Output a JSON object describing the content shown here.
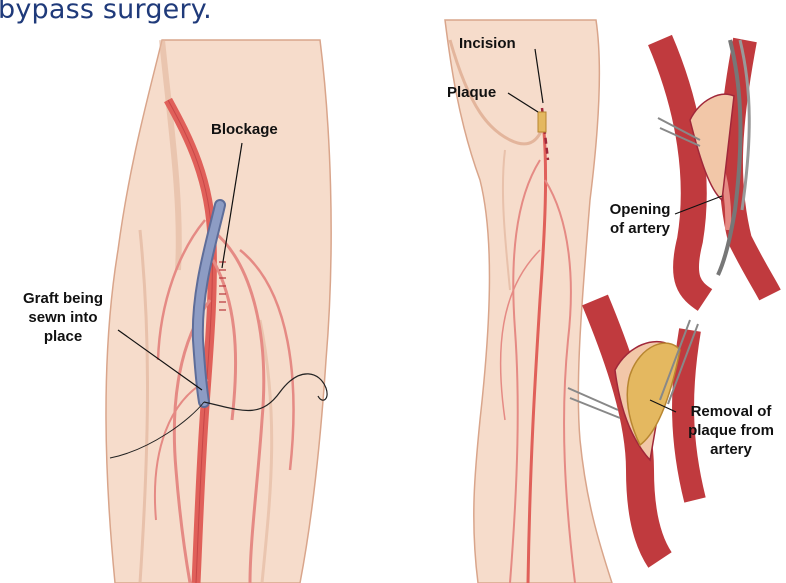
{
  "title": "bypass surgery.",
  "labels": {
    "blockage": "Blockage",
    "graft_line1": "Graft being",
    "graft_line2": "sewn into",
    "graft_line3": "place",
    "incision": "Incision",
    "plaque": "Plaque",
    "opening_line1": "Opening",
    "opening_line2": "of artery",
    "removal_line1": "Removal of",
    "removal_line2": "plaque from",
    "removal_line3": "artery"
  },
  "colors": {
    "title": "#1f3a7a",
    "skin": "#f6dccb",
    "skin_shadow": "#e8bfa6",
    "artery": "#e0605a",
    "artery_dark": "#b8353a",
    "vessel": "#e58a84",
    "graft": "#7f8fb8",
    "plaque": "#e4b860"
  }
}
